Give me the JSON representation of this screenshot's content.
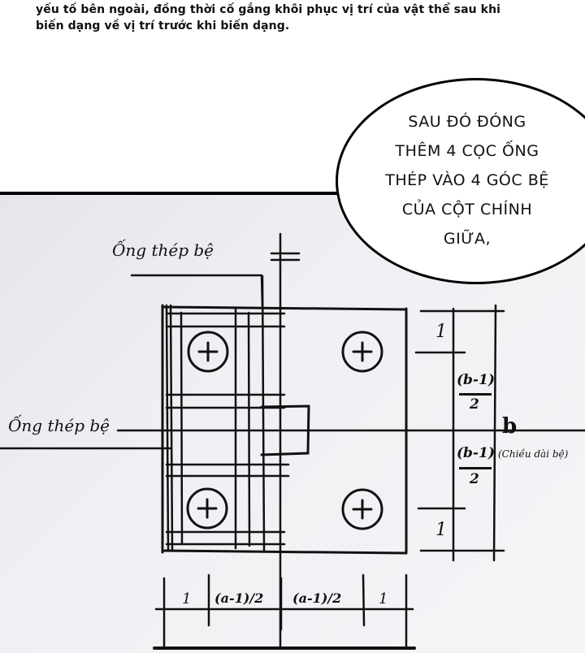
{
  "caption": {
    "line1": "yếu tố bên ngoài, đồng thời cố gắng khôi phục vị trí của vật thể sau khi",
    "line2": "biến dạng về vị trí trước khi biến dạng."
  },
  "speech_bubble": {
    "lines": [
      "SAU ĐÓ ĐÓNG",
      "THÊM 4 CỌC ỐNG",
      "THÉP VÀO 4 GÓC BỆ",
      "CỦA CỘT CHÍNH",
      "GIỮA,"
    ]
  },
  "diagram": {
    "label_top": "Ống thép bệ",
    "label_left": "Ống thép bệ",
    "right_dims": {
      "top_margin": "1",
      "upper_half_num": "(b-1)",
      "upper_half_den": "2",
      "total": "b",
      "total_note": "(Chiều dài bệ)",
      "lower_half_num": "(b-1)",
      "lower_half_den": "2",
      "bottom_margin": "1"
    },
    "bottom_dims": [
      "1",
      "(a-1)/2",
      "(a-1)/2",
      "1"
    ],
    "pile_symbols": [
      "plus-circle",
      "plus-circle",
      "plus-circle",
      "plus-circle"
    ]
  }
}
